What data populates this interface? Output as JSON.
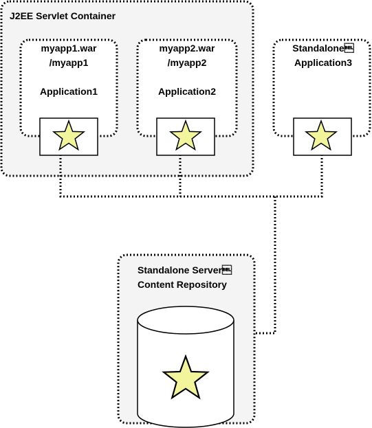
{
  "container": {
    "title": "J2EE Servlet Container"
  },
  "app1": {
    "line1": "myapp1.war",
    "line2": "/myapp1",
    "name": "Application1"
  },
  "app2": {
    "line1": "myapp2.war",
    "line2": "/myapp2",
    "name": "Application2"
  },
  "app3": {
    "line1": "Standalone\u0007",
    "line2": "Application3"
  },
  "server": {
    "line1": "Standalone Server\u0007",
    "line2": "Content Repository"
  },
  "colors": {
    "container_fill": "#f4f4f4",
    "box_fill": "#ffffff",
    "star_fill": "#f2f59b",
    "stroke": "#000000"
  },
  "icons": {
    "component": "star-icon",
    "repository": "cylinder-icon"
  }
}
